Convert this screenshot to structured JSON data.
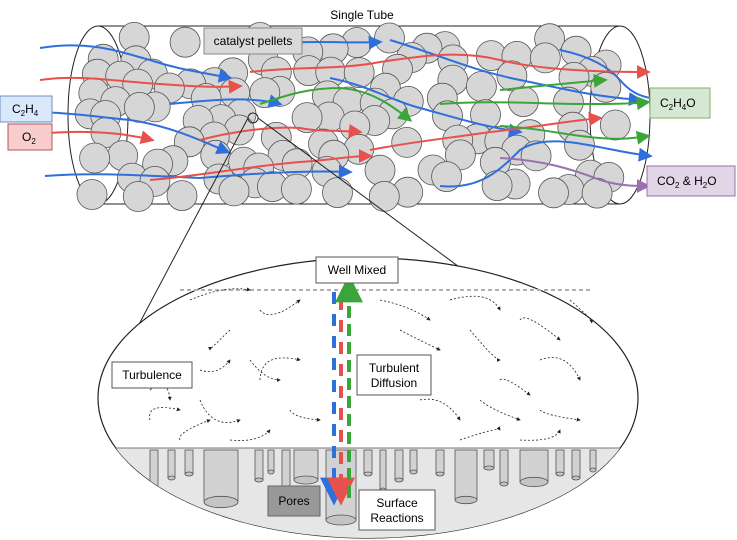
{
  "title": "Single Tube",
  "labels": {
    "catalyst": "catalyst pellets",
    "c2h4_base": "C",
    "c2h4_sub1": "2",
    "c2h4_mid": "H",
    "c2h4_sub2": "4",
    "o2_base": "O",
    "o2_sub": "2",
    "c2h4o_base": "C",
    "c2h4o_sub1": "2",
    "c2h4o_mid": "H",
    "c2h4o_sub2": "4",
    "c2h4o_end": "O",
    "co2_base": "CO",
    "co2_sub": "2",
    "co2_mid": " & H",
    "co2_sub2": "2",
    "co2_end": "O",
    "well_mixed": "Well Mixed",
    "turbulence": "Turbulence",
    "turb_diff_1": "Turbulent",
    "turb_diff_2": "Diffusion",
    "pores": "Pores",
    "surf_1": "Surface",
    "surf_2": "Reactions"
  },
  "colors": {
    "ethylene": "#2f6fdc",
    "oxygen": "#e8504d",
    "product": "#3aa63a",
    "byproduct": "#9a72b0",
    "pellet": "#d6d6d6",
    "c2h4_fill": "#dae8fc",
    "o2_fill": "#f8cecc",
    "prod_fill": "#d5e8d4",
    "byprod_fill": "#e1d5e7"
  }
}
